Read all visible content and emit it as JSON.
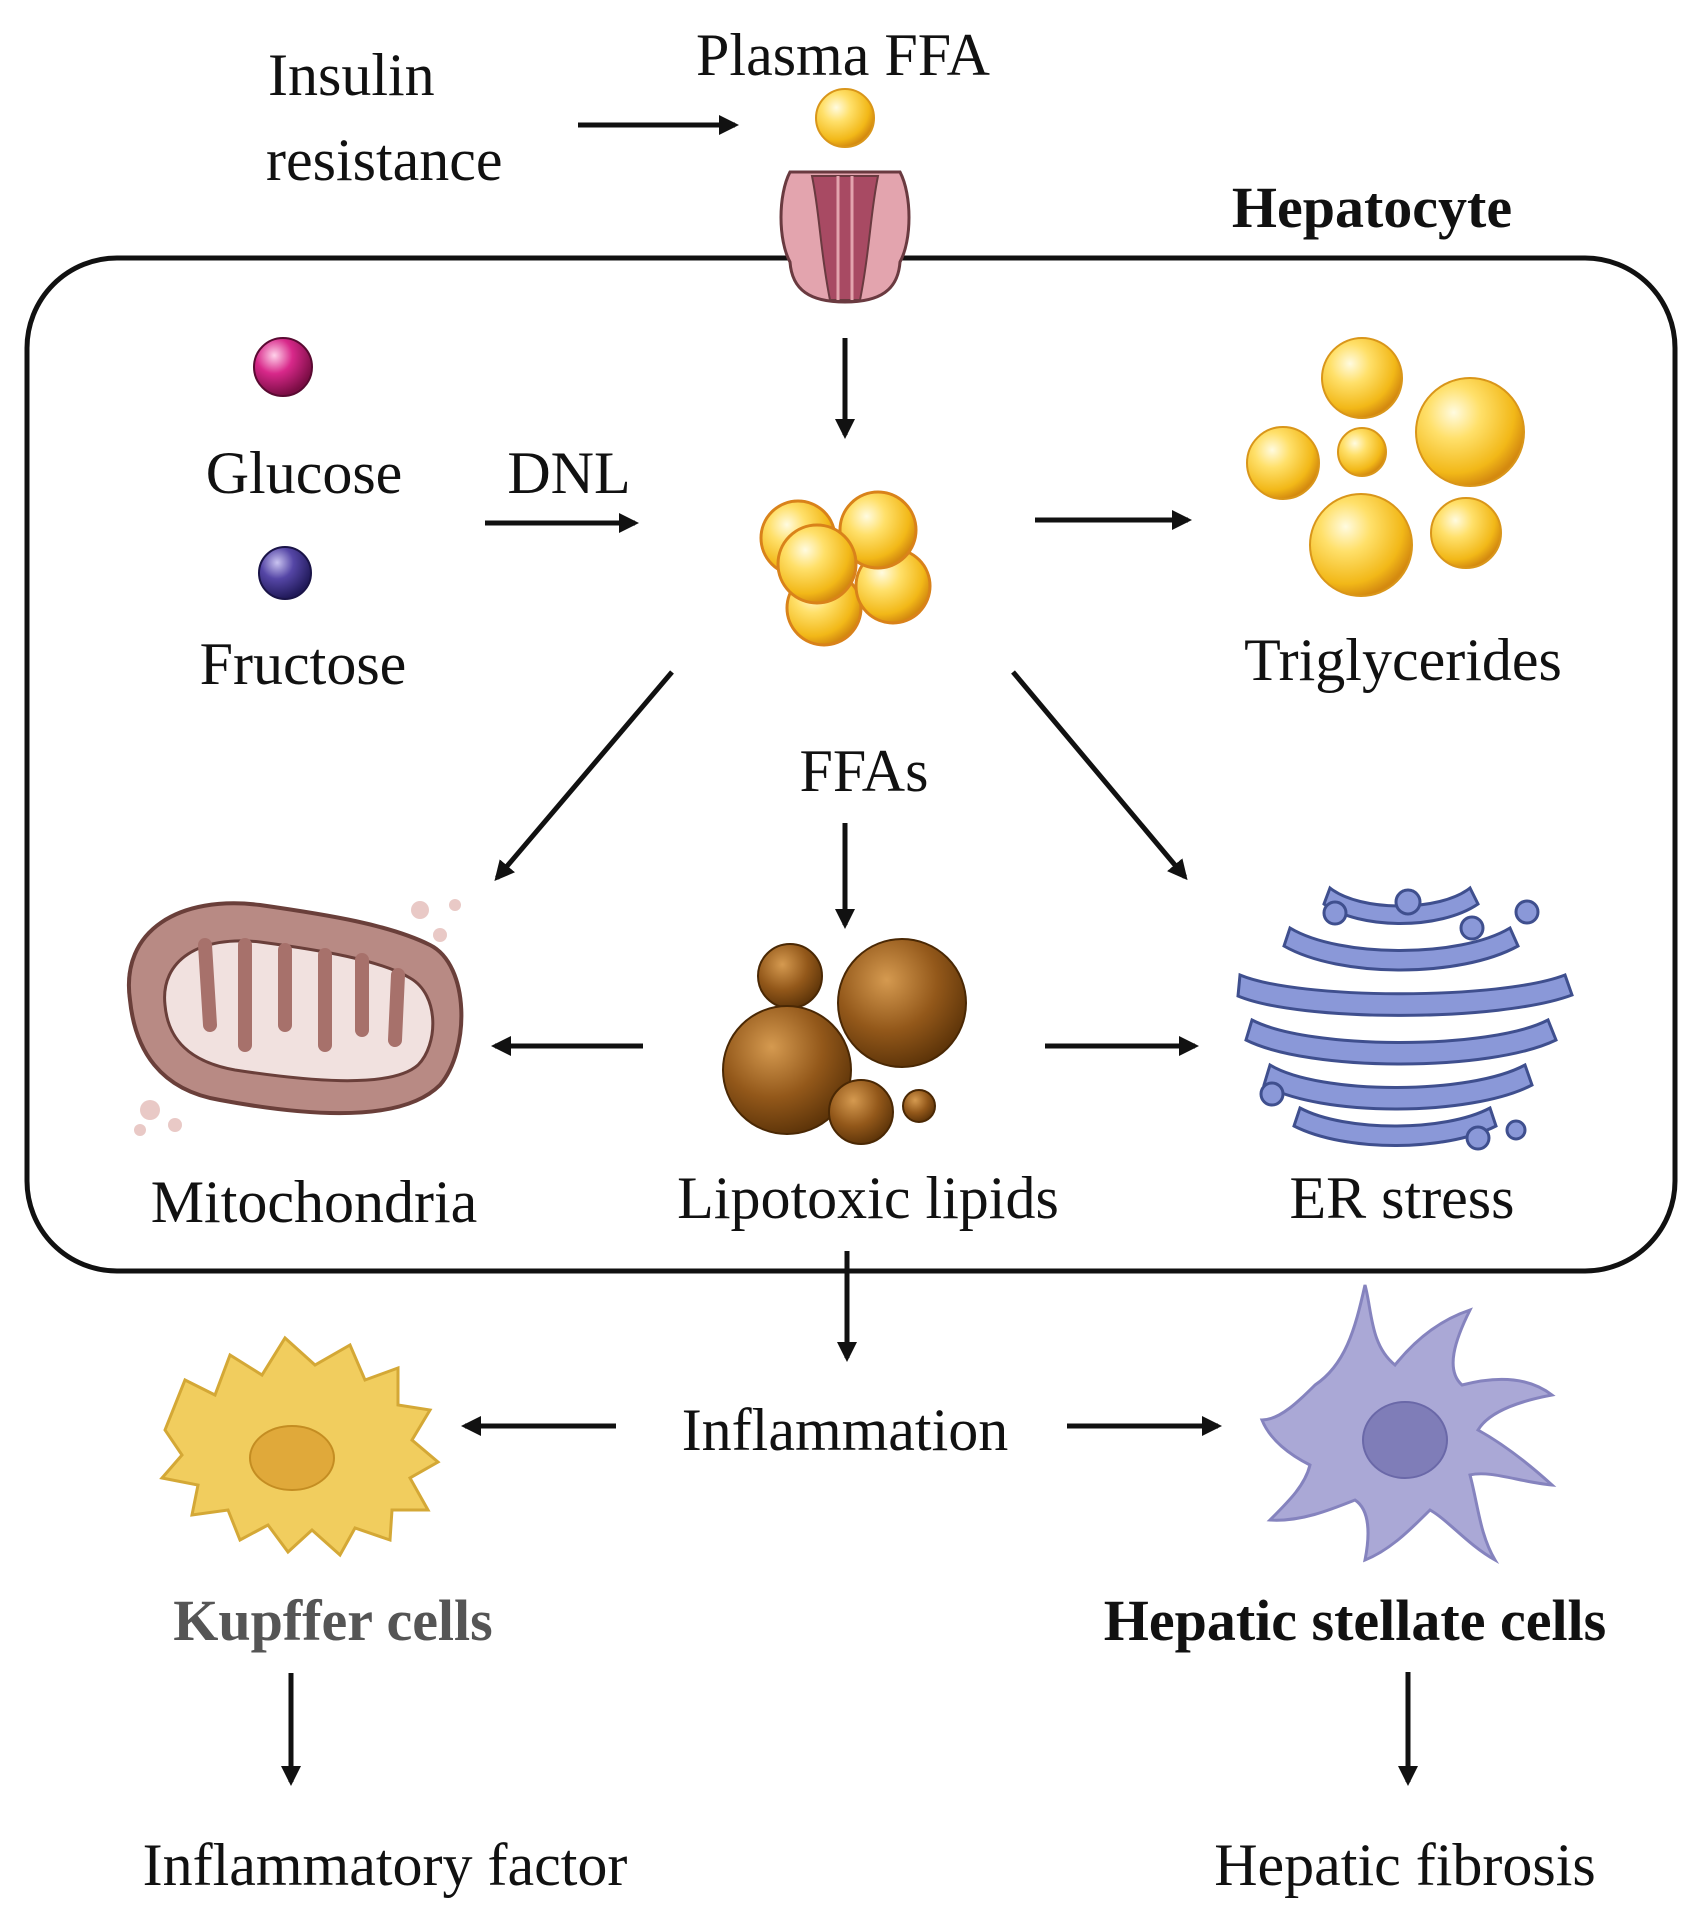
{
  "labels": {
    "insulin_line1": "Insulin",
    "insulin_line2": "resistance",
    "plasma_ffa": "Plasma FFA",
    "hepatocyte": "Hepatocyte",
    "glucose": "Glucose",
    "dnl": "DNL",
    "fructose": "Fructose",
    "ffas": "FFAs",
    "triglycerides": "Triglycerides",
    "mitochondria": "Mitochondria",
    "lipotoxic_lipids": "Lipotoxic lipids",
    "er_stress": "ER stress",
    "inflammation": "Inflammation",
    "kupffer_cells": "Kupffer cells",
    "hepatic_stellate_cells": "Hepatic stellate cells",
    "inflammatory_factor": "Inflammatory factor",
    "hepatic_fibrosis": "Hepatic fibrosis"
  },
  "colors": {
    "fat_droplet": "#f6c21f",
    "glucose": "#c0176f",
    "fructose": "#3a2f86",
    "lipotoxic_lipid": "#8a5212",
    "mitochondria": "#9a6b66",
    "er": "#7e8fd0",
    "kupffer_cell": "#f1cd5e",
    "stellate_cell": "#a9a8d4",
    "transporter": "#c97a86"
  }
}
